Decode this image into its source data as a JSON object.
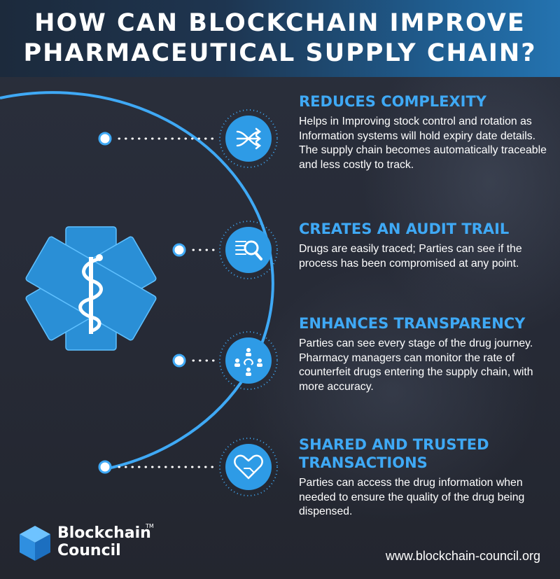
{
  "header": {
    "title_line1": "HOW CAN BLOCKCHAIN IMPROVE",
    "title_line2": "PHARMACEUTICAL SUPPLY CHAIN?"
  },
  "sections": [
    {
      "title": "REDUCES COMPLEXITY",
      "body": "Helps in Improving stock control and rotation as Information systems will hold expiry date details. The supply chain becomes automatically traceable and less costly to track.",
      "icon": "flow-arrows-icon"
    },
    {
      "title": "CREATES AN AUDIT TRAIL",
      "body": "Drugs are easily traced; Parties can see if the process has been compromised at any point.",
      "icon": "magnifier-document-icon"
    },
    {
      "title": "ENHANCES TRANSPARENCY",
      "body": "Parties can see every stage of the drug journey. Pharmacy managers can monitor the rate of counterfeit drugs entering the supply chain, with more accuracy.",
      "icon": "people-network-icon"
    },
    {
      "title_line1": "SHARED AND TRUSTED",
      "title_line2": "TRANSACTIONS",
      "body": "Parties can access the drug information when needed to ensure the quality of the drug being dispensed.",
      "icon": "heart-hands-icon"
    }
  ],
  "footer": {
    "logo_line1": "Blockchain",
    "logo_line2": "Council",
    "trademark": "TM",
    "url": "www.blockchain-council.org"
  },
  "colors": {
    "accent_blue": "#3fa9f5",
    "icon_blue": "#2e9be6",
    "background": "#272b37",
    "header_gradient_end": "#2473b0"
  },
  "decor": {
    "medical_symbol": "star-of-life-icon"
  }
}
